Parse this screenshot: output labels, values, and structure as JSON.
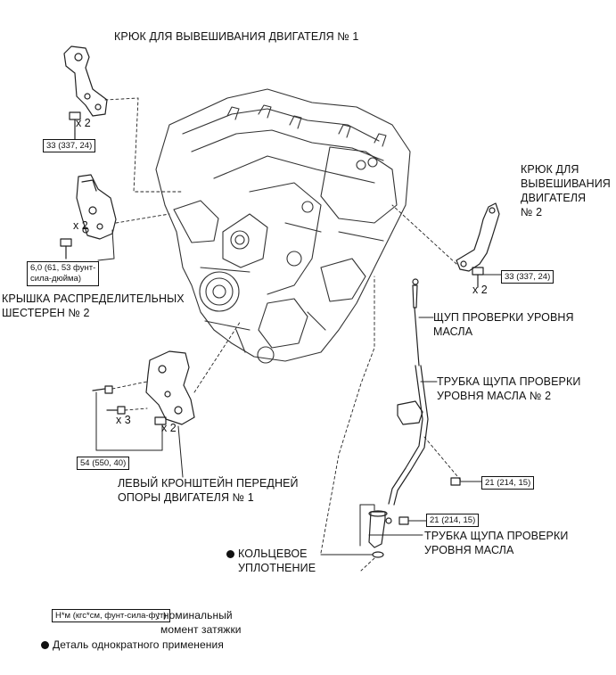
{
  "labels": {
    "hook1": "КРЮК ДЛЯ ВЫВЕШИВАНИЯ ДВИГАТЕЛЯ № 1",
    "hook2_l1": "КРЮК ДЛЯ",
    "hook2_l2": "ВЫВЕШИВАНИЯ",
    "hook2_l3": "ДВИГАТЕЛЯ",
    "hook2_l4": "№ 2",
    "cover_l1": "КРЫШКА РАСПРЕДЕЛИТЕЛЬНЫХ",
    "cover_l2": "ШЕСТЕРЕН № 2",
    "dipstick_l1": "ЩУП ПРОВЕРКИ УРОВНЯ",
    "dipstick_l2": "МАСЛА",
    "guide2_l1": "ТРУБКА ЩУПА ПРОВЕРКИ",
    "guide2_l2": "УРОВНЯ МАСЛА № 2",
    "bracket_l1": "ЛЕВЫЙ КРОНШТЕЙН ПЕРЕДНЕЙ",
    "bracket_l2": "ОПОРЫ ДВИГАТЕЛЯ № 1",
    "oring_l1": "КОЛЬЦЕВОЕ",
    "oring_l2": "УПЛОТНЕНИЕ",
    "guide_l1": "ТРУБКА ЩУПА ПРОВЕРКИ",
    "guide_l2": "УРОВНЯ МАСЛА"
  },
  "torque": {
    "hook1": "33 (337, 24)",
    "hook2": "33 (337, 24)",
    "cover_l1": "6,0 (61, 53 фунт-",
    "cover_l2": "сила-дюйма)",
    "bracket": "54 (550, 40)",
    "guide2": "21 (214, 15)",
    "guide": "21 (214, 15)"
  },
  "quantities": {
    "hook1": "x 2",
    "cover": "x 2",
    "hook2": "x 2",
    "bracket_a": "x 3",
    "bracket_b": "x 2"
  },
  "legend": {
    "unit": "Н*м (кгс*см, фунт-сила-фут)",
    "unit_desc_l1": ": номинальный",
    "unit_desc_l2": "момент затяжки",
    "single_use": "Деталь однократного применения"
  }
}
